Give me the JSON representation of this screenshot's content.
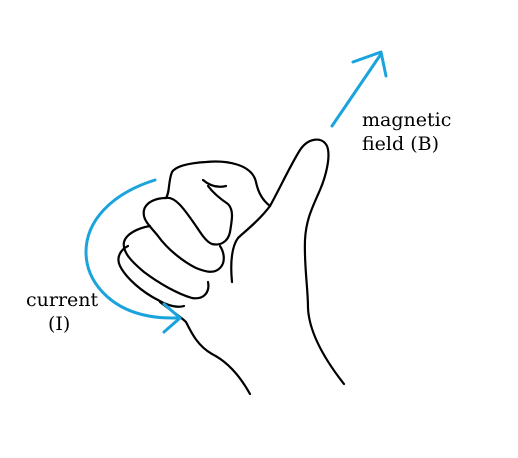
{
  "labels": {
    "magnetic_field_line1": "magnetic",
    "magnetic_field_line2": "field (B)",
    "current_line1": "current",
    "current_line2": "(I)"
  },
  "colors": {
    "arrow": "#1aa3dc",
    "hand_outline": "#000000",
    "background": "#ffffff"
  },
  "icons": {
    "hand": "right-hand-thumb-up",
    "field_arrow": "straight-arrow-up-right",
    "current_arrow": "curved-arrow-around-fingers"
  }
}
